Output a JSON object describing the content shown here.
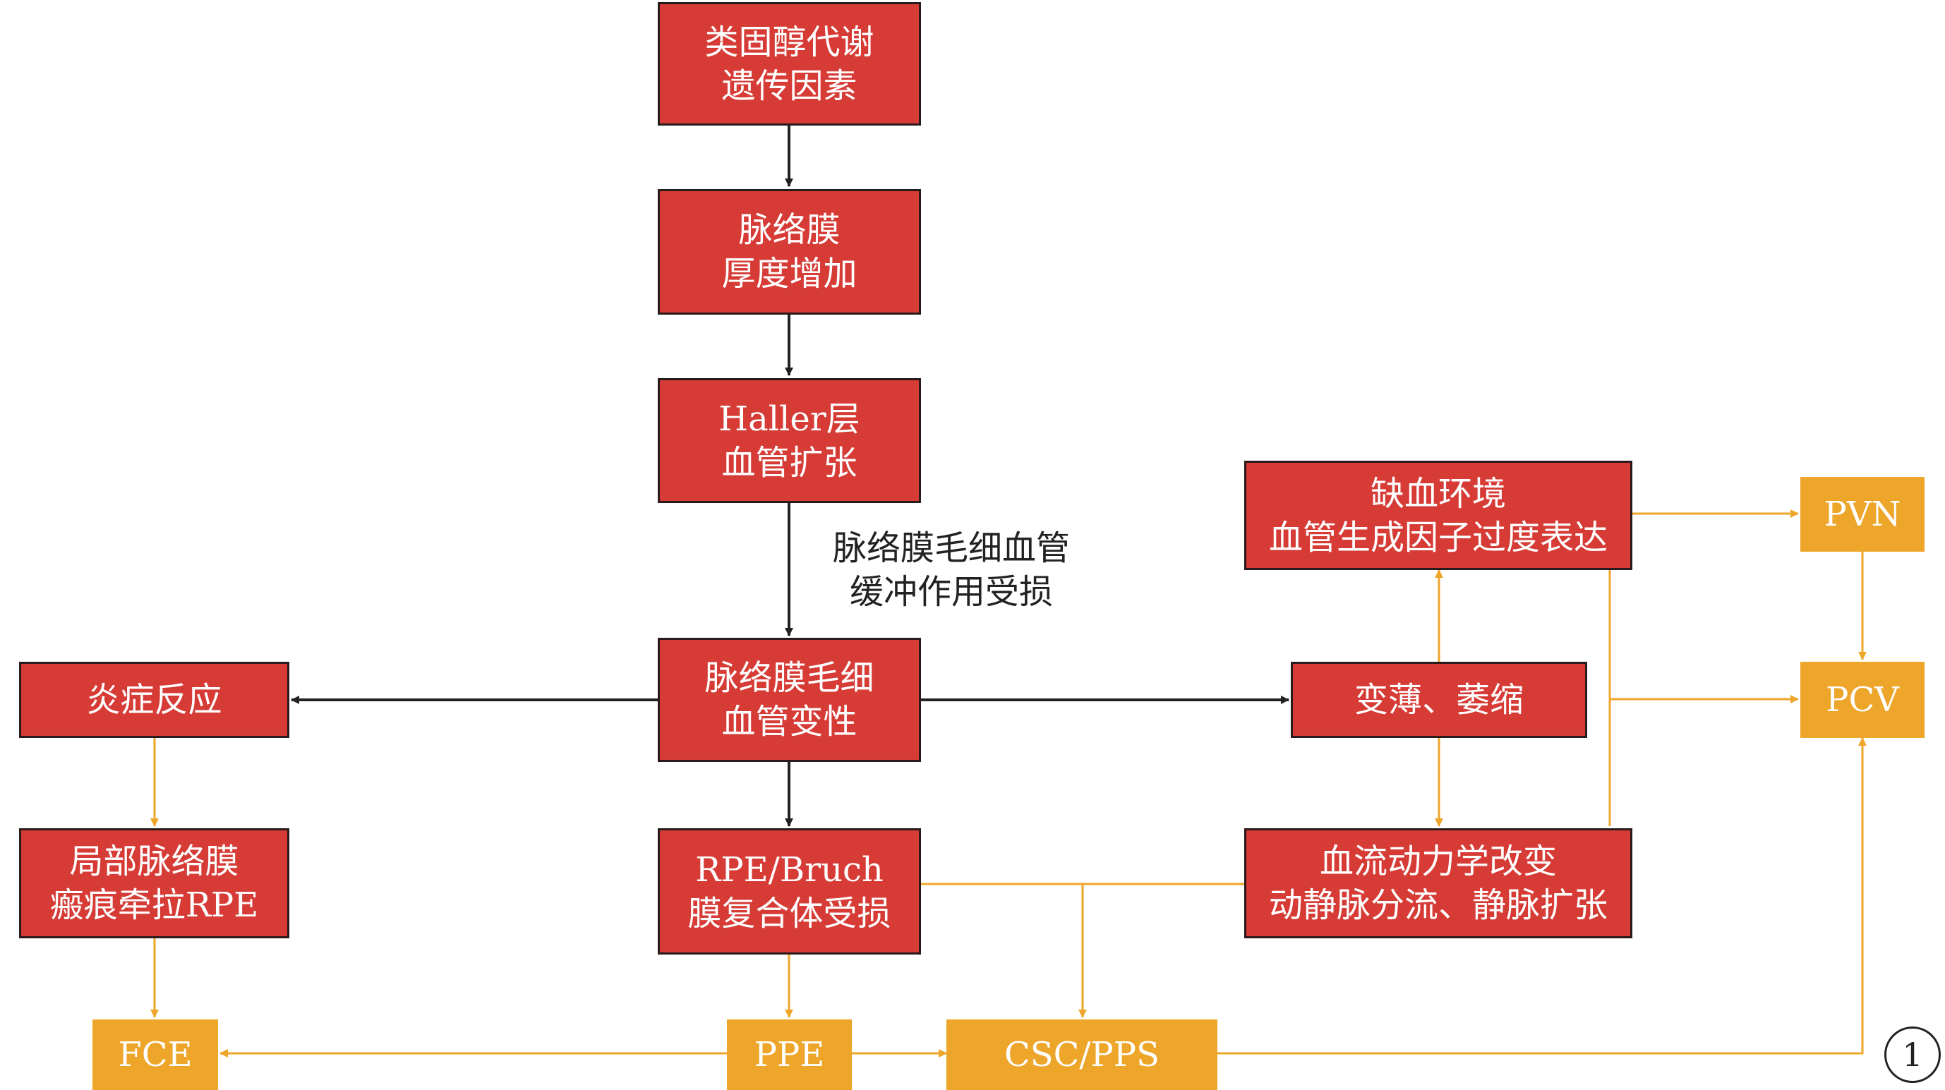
{
  "colors": {
    "red_box": "#d63b35",
    "orange_box": "#eda52a",
    "black_arrow": "#222222",
    "orange_arrow": "#eda52a"
  },
  "nodes": {
    "steroid": [
      "类固醇代谢",
      "遗传因素"
    ],
    "choroid_thick": [
      "脉络膜",
      "厚度增加"
    ],
    "haller": [
      "Haller层",
      "血管扩张"
    ],
    "cc_degen": [
      "脉络膜毛细",
      "血管变性"
    ],
    "inflam": [
      "炎症反应"
    ],
    "scar": [
      "局部脉络膜",
      "瘢痕牵拉RPE"
    ],
    "rpe_bruch": [
      "RPE/Bruch",
      "膜复合体受损"
    ],
    "thin_atrophy": [
      "变薄、萎缩"
    ],
    "ischemia": [
      "缺血环境",
      "血管生成因子过度表达"
    ],
    "hemodynamic": [
      "血流动力学改变",
      "动静脉分流、静脉扩张"
    ],
    "pvn": [
      "PVN"
    ],
    "pcv": [
      "PCV"
    ],
    "fce": [
      "FCE"
    ],
    "ppe": [
      "PPE"
    ],
    "csc_pps": [
      "CSC/PPS"
    ]
  },
  "edge_label": [
    "脉络膜毛细血管",
    "缓冲作用受损"
  ],
  "figure_number": "1"
}
